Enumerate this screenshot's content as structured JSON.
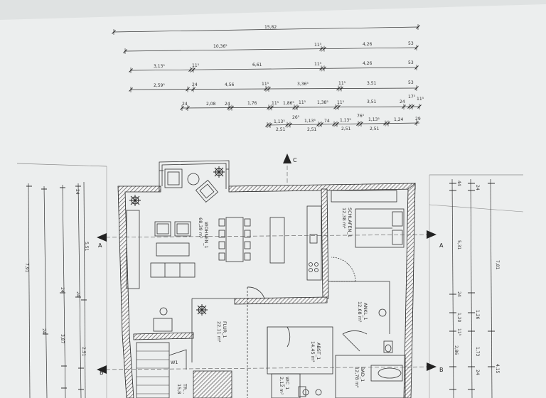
{
  "rows": [
    [
      "15,82"
    ],
    [
      "10,36⁵",
      "11⁵",
      "4,26",
      "53"
    ],
    [
      "3,13⁵",
      "11⁵",
      "6,61",
      "11⁵",
      "4,26",
      "53"
    ],
    [
      "2,59⁵",
      "24",
      "4,56",
      "11⁵",
      "3,36⁵",
      "11⁵",
      "3,51",
      "53"
    ],
    [
      "24",
      "2,08",
      "24",
      "1,76",
      "11⁵",
      "1,86⁵",
      "11⁵",
      "1,38⁵",
      "11⁵",
      "3,51",
      "24",
      "17⁵",
      "11⁵"
    ],
    [
      "1,13⁵",
      "26⁵",
      "1,13⁵",
      "74",
      "1,13⁵",
      "76⁵",
      "1,13⁵",
      "1,24",
      "29"
    ],
    [
      "2,51",
      "2,51",
      "2,51",
      "2,51"
    ]
  ],
  "rooms": {
    "wohnen": {
      "name": "WOHNEN_1",
      "area": "68,39 m²"
    },
    "schlafen": {
      "name": "SCHLAFEN_1",
      "area": "12,38 m²"
    },
    "ankl": {
      "name": "ANKL_1",
      "area": "12,68 m²"
    },
    "flur": {
      "name": "FLUR_1",
      "area": "22,11 m²"
    },
    "abst": {
      "name": "ABST_1",
      "area": "14,45 m²"
    },
    "wc": {
      "name": "WC_1",
      "area": "2,12 m²"
    },
    "bad": {
      "name": "BAD_1",
      "area": "12,78 m²"
    },
    "tr": {
      "name": "TR...",
      "area": "15,8"
    },
    "w1": {
      "name": "W1"
    }
  },
  "sections": {
    "a": "A",
    "b": "B",
    "c": "C"
  },
  "left_dims": {
    "c1": [
      "24",
      "7,91",
      "24"
    ],
    "c2": [
      "5,51",
      "24",
      "3,87"
    ],
    "c3": [
      "24",
      "2,51"
    ]
  },
  "right_dims": {
    "c1": [
      "44",
      "5,31",
      "24",
      "1,20",
      "11⁵"
    ],
    "c2": [
      "24",
      "1,26",
      "2,86",
      "24"
    ],
    "c3": [
      "7,81",
      "4,15",
      "1,73"
    ]
  }
}
